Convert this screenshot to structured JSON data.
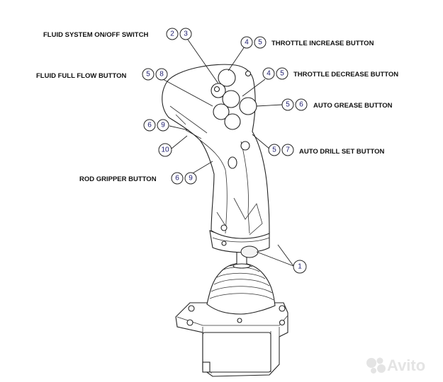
{
  "callouts": [
    {
      "label": "FLUID SYSTEM ON/OFF SWITCH",
      "numbers": [
        "2",
        "3"
      ]
    },
    {
      "label": "THROTTLE INCREASE BUTTON",
      "numbers": [
        "4",
        "5"
      ]
    },
    {
      "label": "FLUID FULL FLOW BUTTON",
      "numbers": [
        "5",
        "8"
      ]
    },
    {
      "label": "THROTTLE DECREASE BUTTON",
      "numbers": [
        "4",
        "5"
      ]
    },
    {
      "label": "AUTO GREASE BUTTON",
      "numbers": [
        "5",
        "6"
      ]
    },
    {
      "label": "",
      "numbers": [
        "6",
        "9"
      ]
    },
    {
      "label": "",
      "numbers": [
        "10"
      ]
    },
    {
      "label": "AUTO DRILL SET BUTTON",
      "numbers": [
        "5",
        "7"
      ]
    },
    {
      "label": "ROD GRIPPER BUTTON",
      "numbers": [
        "6",
        "9"
      ]
    },
    {
      "label": "",
      "numbers": [
        "1"
      ]
    }
  ],
  "watermark": "Avito",
  "colors": {
    "line": "#222222",
    "number": "#1a1a6e",
    "background": "#ffffff"
  }
}
